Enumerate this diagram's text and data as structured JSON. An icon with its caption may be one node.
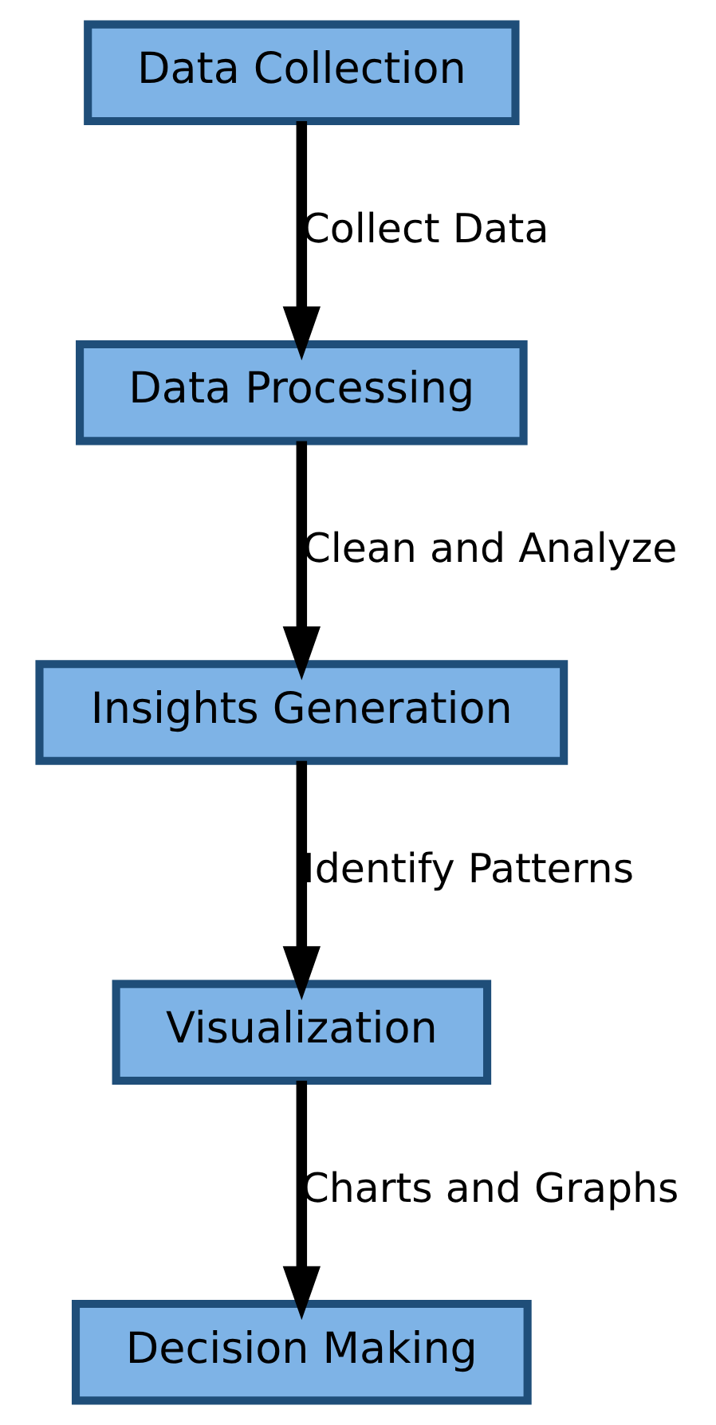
{
  "diagram": {
    "nodes": [
      {
        "text": [
          "Data Collection"
        ]
      },
      {
        "text": [
          "Data Processing"
        ]
      },
      {
        "text": [
          "Insights Generation"
        ]
      },
      {
        "text": [
          "Visualization"
        ]
      },
      {
        "text": [
          "Decision Making"
        ]
      }
    ],
    "edges": [
      {
        "from": 0,
        "to": 1,
        "arrow": "to",
        "label": "Collect Data"
      },
      {
        "from": 1,
        "to": 2,
        "arrow": "to",
        "label": "Clean and Analyze"
      },
      {
        "from": 2,
        "to": 3,
        "arrow": "to",
        "label": "Identify Patterns"
      },
      {
        "from": 3,
        "to": 4,
        "arrow": "to",
        "label": "Charts and Graphs"
      }
    ]
  }
}
